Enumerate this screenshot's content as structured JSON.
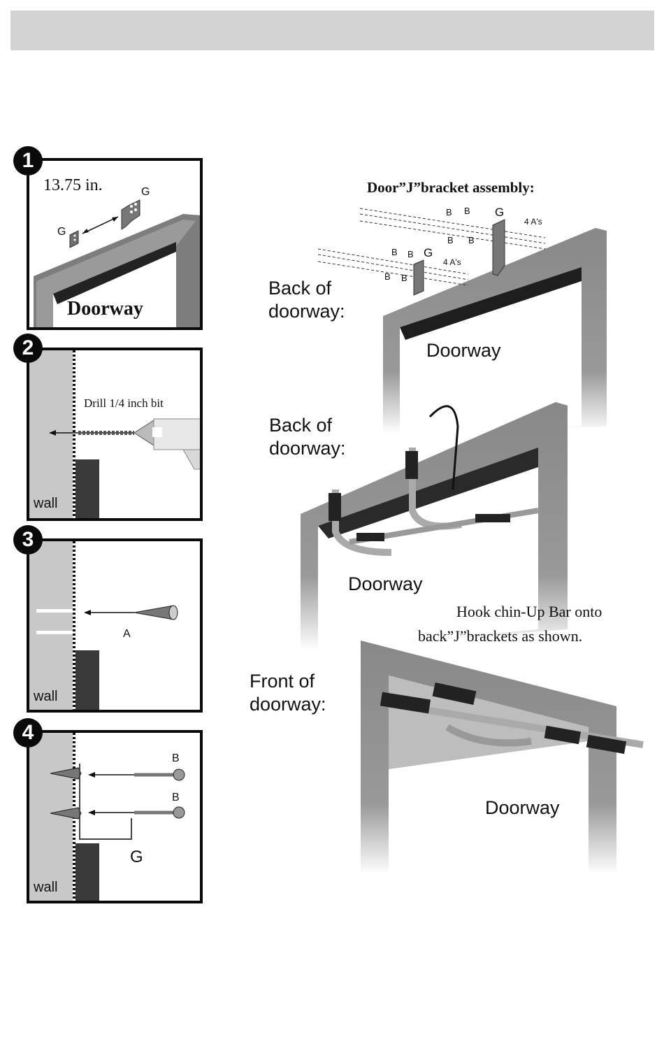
{
  "header": {
    "text": ""
  },
  "steps": [
    {
      "number": "1",
      "measurement": "13.75 in.",
      "bracket_left": "G",
      "bracket_right": "G",
      "doorway": "Doorway"
    },
    {
      "number": "2",
      "drill_label": "Drill 1/4 inch bit",
      "wall": "wall"
    },
    {
      "number": "3",
      "anchor_label": "A",
      "wall": "wall"
    },
    {
      "number": "4",
      "screw_top": "B",
      "screw_bottom": "B",
      "bracket": "G",
      "wall": "wall"
    }
  ],
  "right": {
    "assembly_title": "Door”J”bracket assembly:",
    "assembly_parts": {
      "b": "B",
      "g": "G",
      "a": "4 A's"
    },
    "back_of_doorway_1": "Back of\ndoorway:",
    "doorway_1": "Doorway",
    "back_of_doorway_2": "Back of\ndoorway:",
    "doorway_2": "Doorway",
    "hook_instruction_line1": "Hook chin-Up Bar onto",
    "hook_instruction_line2": "back”J”brackets as shown.",
    "front_of_doorway": "Front of\ndoorway:",
    "doorway_3": "Doorway"
  }
}
